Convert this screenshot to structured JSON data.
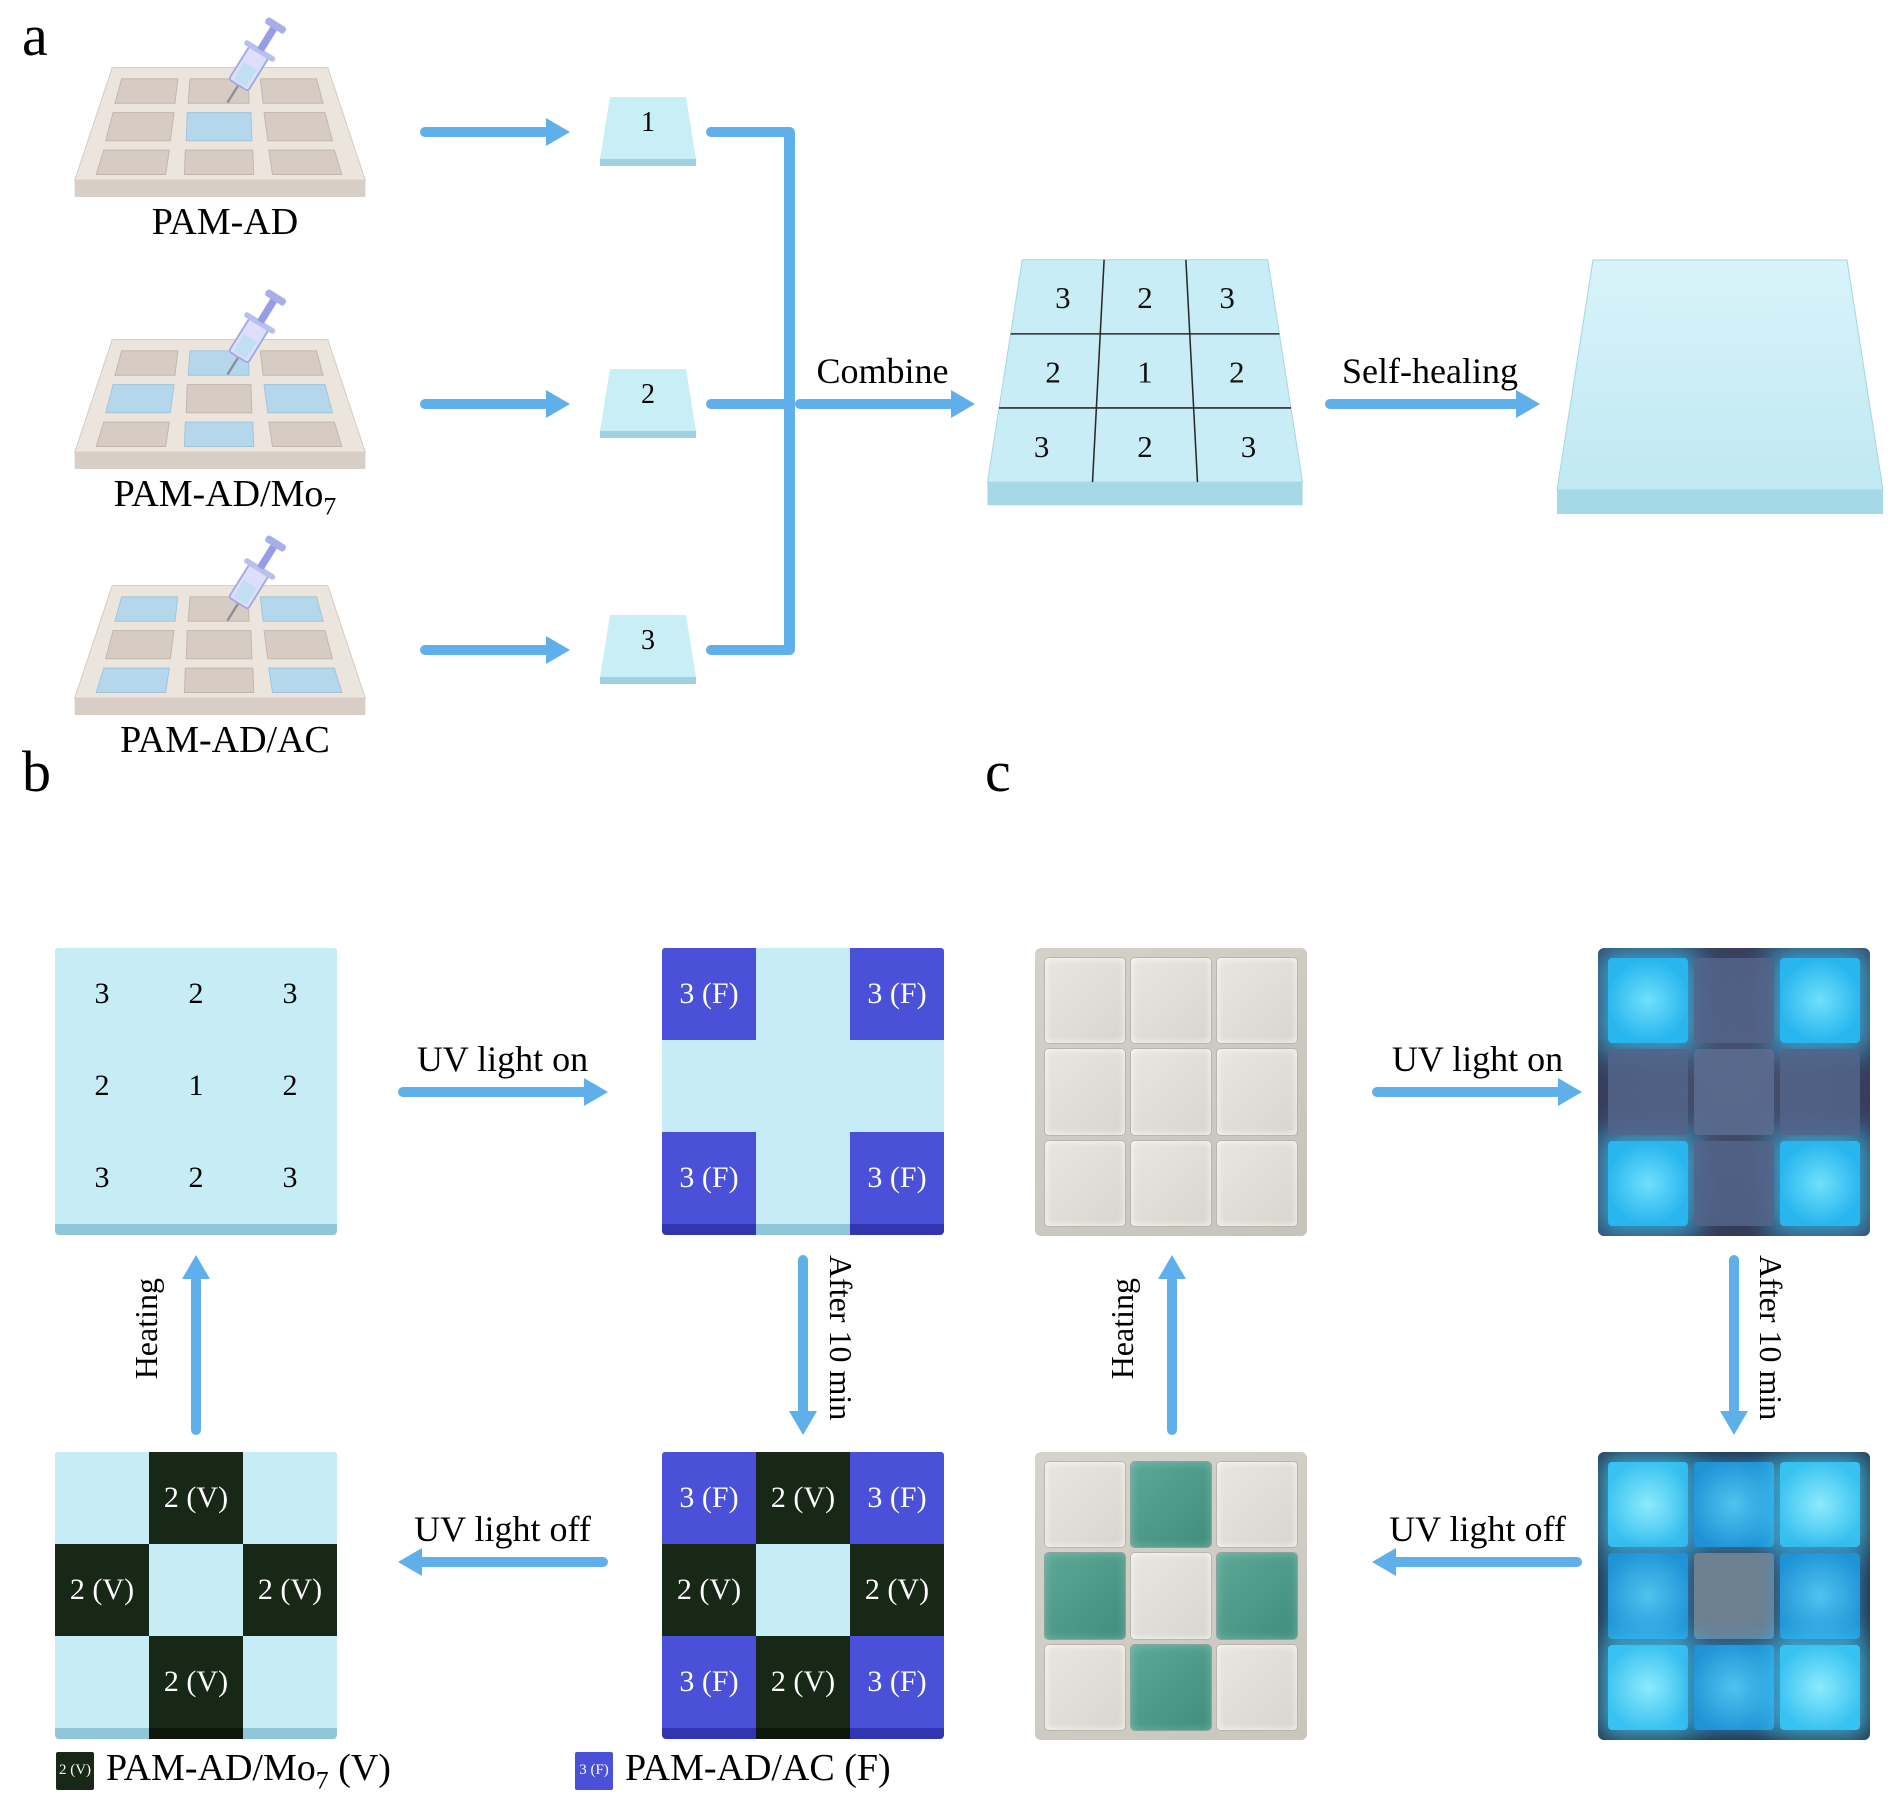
{
  "colors": {
    "gel_blue": "#c6edf6",
    "fluorescent_blue": "#4b50d8",
    "photochromic_dark_green": "#182816",
    "arrow_blue": "#5fafea",
    "uv_glow_cyan": "#38c2f1",
    "gel_green": "#4f9c8c",
    "mold_beige": "#ece5de"
  },
  "panel_a": {
    "label": "a",
    "molds": [
      {
        "name": "PAM-AD",
        "name_sub": "",
        "tile": "1"
      },
      {
        "name": "PAM-AD/Mo",
        "name_sub": "7",
        "tile": "2"
      },
      {
        "name": "PAM-AD/AC",
        "name_sub": "",
        "tile": "3"
      }
    ],
    "combine_label": "Combine",
    "self_healing_label": "Self-healing",
    "combined_grid": [
      "3",
      "2",
      "3",
      "2",
      "1",
      "2",
      "3",
      "2",
      "3"
    ]
  },
  "panel_b": {
    "label": "b",
    "arrow_uv_on": "UV light on",
    "arrow_after": "After 10 min",
    "arrow_uv_off": "UV light off",
    "arrow_heating": "Heating",
    "square_initial": [
      "3",
      "2",
      "3",
      "2",
      "1",
      "2",
      "3",
      "2",
      "3"
    ],
    "square_uv_on": [
      "3 (F)",
      "",
      "3 (F)",
      "",
      "",
      "",
      "3 (F)",
      "",
      "3 (F)"
    ],
    "square_after": [
      "3 (F)",
      "2 (V)",
      "3 (F)",
      "2 (V)",
      "",
      "2 (V)",
      "3 (F)",
      "2 (V)",
      "3 (F)"
    ],
    "square_uv_off": [
      "",
      "2 (V)",
      "",
      "2 (V)",
      "",
      "2 (V)",
      "",
      "2 (V)",
      ""
    ],
    "legend": [
      {
        "swatch": "2 (V)",
        "name": "PAM-AD/Mo",
        "name_sub": "7",
        "suffix": " (V)"
      },
      {
        "swatch": "3 (F)",
        "name": "PAM-AD/AC",
        "name_sub": "",
        "suffix": " (F)"
      }
    ]
  },
  "panel_c": {
    "label": "c",
    "arrow_uv_on": "UV light on",
    "arrow_after": "After 10 min",
    "arrow_uv_off": "UV light off",
    "arrow_heating": "Heating"
  }
}
